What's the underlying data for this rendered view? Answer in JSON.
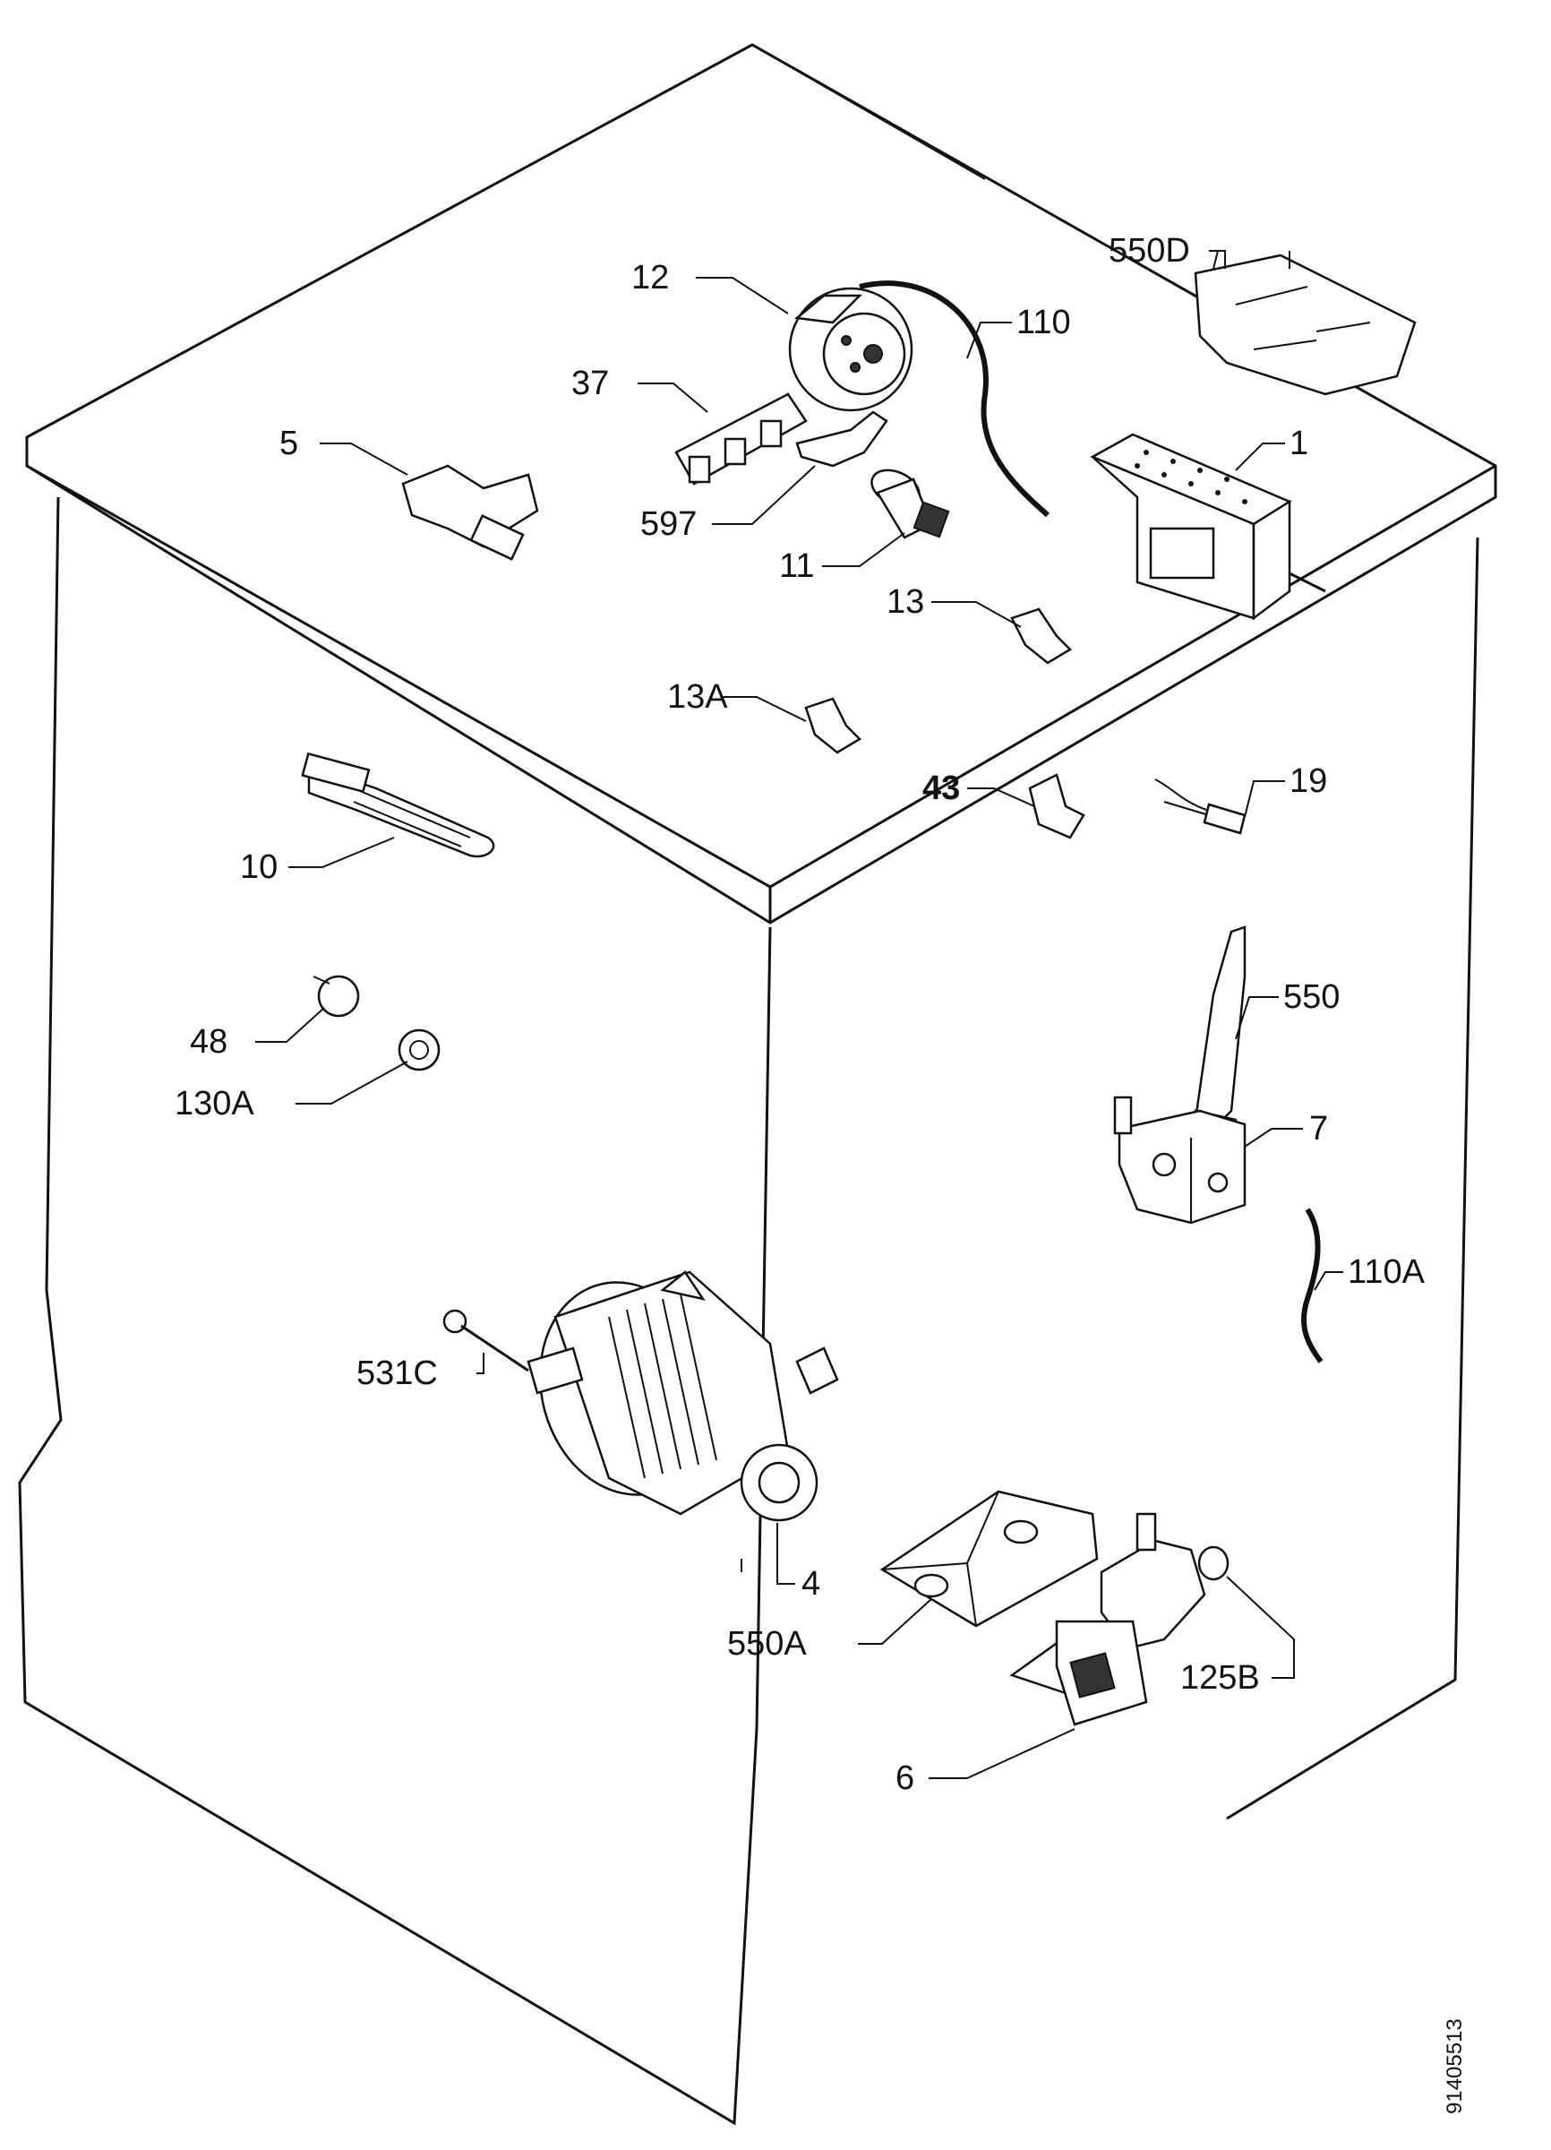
{
  "labels": {
    "p550d": "550D",
    "p12": "12",
    "p110": "110",
    "p37": "37",
    "p5": "5",
    "p1": "1",
    "p597": "597",
    "p11": "11",
    "p13": "13",
    "p13a": "13A",
    "p43": "43",
    "p19": "19",
    "p10": "10",
    "p550": "550",
    "p48": "48",
    "p130a": "130A",
    "p7": "7",
    "p110a": "110A",
    "p531c": "531C",
    "p4": "4",
    "p550a": "550A",
    "p125b": "125B",
    "p6": "6"
  },
  "drawing_code": "91405513"
}
